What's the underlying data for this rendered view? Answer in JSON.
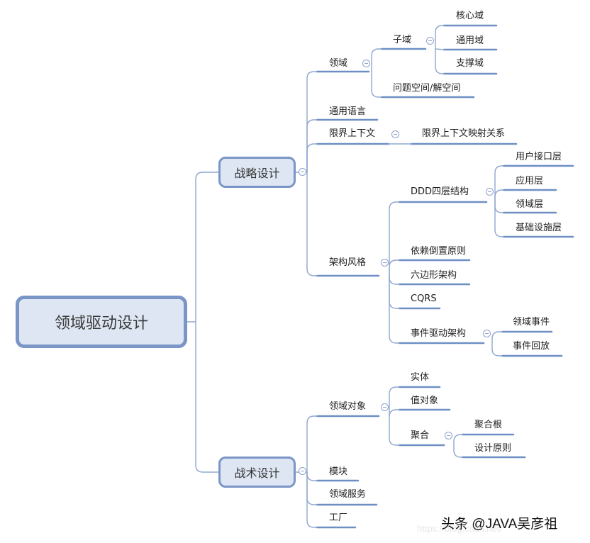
{
  "root": "领域驱动设计",
  "main": {
    "strategic": "战略设计",
    "tactical": "战术设计"
  },
  "strategic": {
    "domain": "领域",
    "subdomain": "子域",
    "core": "核心域",
    "generic": "通用域",
    "support": "支撑域",
    "problem_space": "问题空间/解空间",
    "ubiquitous": "通用语言",
    "bounded_context": "限界上下文",
    "context_map": "限界上下文映射关系",
    "architecture": "架构风格",
    "ddd_layers": "DDD四层结构",
    "ui_layer": "用户接口层",
    "app_layer": "应用层",
    "domain_layer": "领域层",
    "infra_layer": "基础设施层",
    "dip": "依赖倒置原则",
    "hexagonal": "六边形架构",
    "cqrs": "CQRS",
    "event_driven": "事件驱动架构",
    "domain_event": "领域事件",
    "event_replay": "事件回放"
  },
  "tactical": {
    "domain_object": "领域对象",
    "entity": "实体",
    "value_object": "值对象",
    "aggregate": "聚合",
    "aggregate_root": "聚合根",
    "design_principle": "设计原则",
    "module": "模块",
    "domain_service": "领域服务",
    "factory": "工厂"
  },
  "watermark": {
    "author": "头条 @JAVA吴彦祖",
    "faint_url": "https://blog.csdn.net/"
  },
  "colors": {
    "line": "#8fa7cf",
    "underline": "#6f8fc4",
    "box_fill": "#dde6f2",
    "box_border": "#7a96c6"
  }
}
